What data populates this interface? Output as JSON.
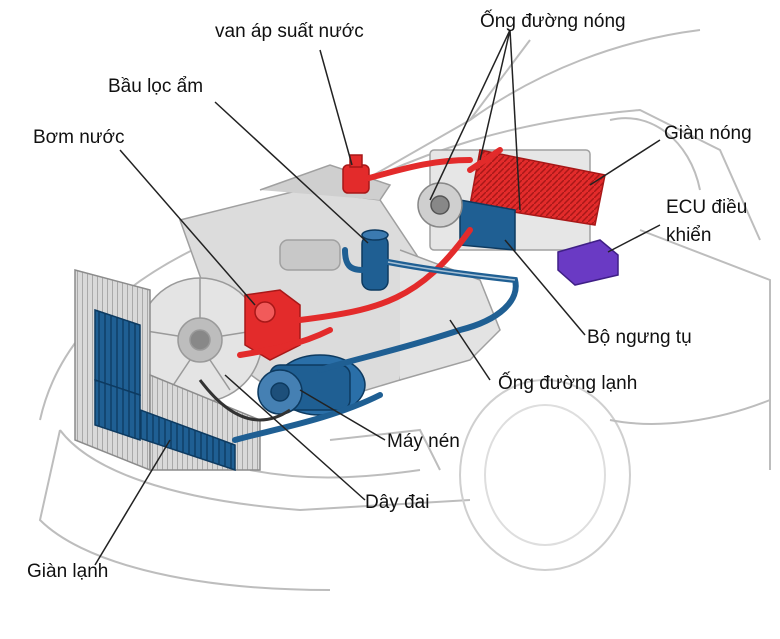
{
  "labels": {
    "pressure_valve": "van áp suất nước",
    "hot_pipe": "Ống đường nóng",
    "filter_dryer": "Bầu lọc ẩm",
    "water_pump": "Bơm nước",
    "condenser_coil": "Giàn nóng",
    "ecu_line1": "ECU điều",
    "ecu_line2": "khiển",
    "condenser_unit": "Bộ ngưng tụ",
    "cold_pipe": "Ống đường lạnh",
    "compressor": "Máy nén",
    "belt": "Dây đai",
    "evaporator": "Giàn lạnh"
  },
  "colors": {
    "hot": "#e32b2b",
    "cold": "#1f5f93",
    "ecu": "#6a3ac4",
    "outline": "#8c8c8c"
  }
}
